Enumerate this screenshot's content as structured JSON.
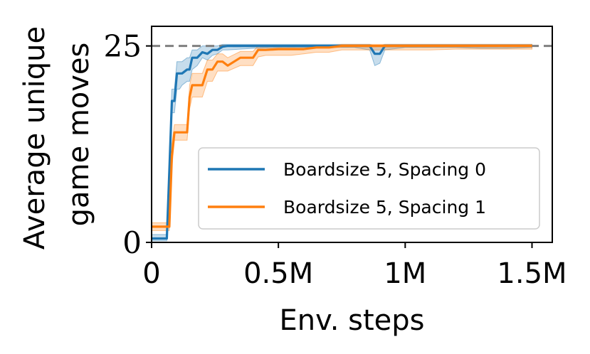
{
  "chart_data": {
    "type": "line",
    "xlabel": "Env. steps",
    "ylabel_lines": [
      "Average unique",
      "game moves"
    ],
    "xlim": [
      0,
      1.58
    ],
    "ylim": [
      0,
      27.5
    ],
    "x_ticks": [
      {
        "value": 0,
        "label": "0"
      },
      {
        "value": 0.5,
        "label": "0.5M"
      },
      {
        "value": 1.0,
        "label": "1M"
      },
      {
        "value": 1.5,
        "label": "1.5M"
      }
    ],
    "y_ticks": [
      {
        "value": 0,
        "label": "0"
      },
      {
        "value": 25,
        "label": "25"
      }
    ],
    "reference_line": {
      "y": 25,
      "style": "dashed",
      "color": "#808080"
    },
    "legend_position": "lower-right",
    "series": [
      {
        "name": "Boardsize 5, Spacing 0",
        "color": "#1f77b4",
        "x": [
          0,
          0.06,
          0.07,
          0.08,
          0.09,
          0.1,
          0.11,
          0.12,
          0.14,
          0.15,
          0.16,
          0.18,
          0.2,
          0.22,
          0.24,
          0.26,
          0.28,
          0.3,
          0.35,
          0.4,
          0.5,
          0.6,
          0.7,
          0.8,
          0.86,
          0.88,
          0.9,
          0.92,
          1.0,
          1.1,
          1.2,
          1.3,
          1.4,
          1.5
        ],
        "y": [
          0.5,
          0.5,
          9,
          18,
          18,
          21.5,
          21.5,
          21.5,
          22,
          22,
          23.5,
          23.5,
          24.2,
          24,
          24.5,
          24.5,
          24.9,
          25,
          25,
          25,
          25,
          25,
          25,
          25,
          25,
          24,
          24,
          25,
          25,
          25,
          25,
          25,
          25,
          25
        ],
        "lower": [
          0.2,
          0.2,
          7,
          16.5,
          16.5,
          19.5,
          19.5,
          20,
          20.5,
          20.5,
          22,
          22.5,
          23.5,
          23.2,
          23.8,
          24,
          24.5,
          24.5,
          24.6,
          24.7,
          24.8,
          24.8,
          24.8,
          24.8,
          24.5,
          22.5,
          22.8,
          24.5,
          24.8,
          24.8,
          24.8,
          24.7,
          24.7,
          24.8
        ],
        "upper": [
          1,
          1,
          11,
          19.5,
          19.5,
          23,
          23,
          23,
          23.5,
          23.5,
          24.5,
          24.5,
          25,
          25,
          25,
          25,
          25.2,
          25.2,
          25.2,
          25.2,
          25.2,
          25.2,
          25.2,
          25.2,
          25.2,
          25,
          25,
          25.2,
          25.2,
          25.2,
          25.2,
          25.2,
          25.2,
          25.2
        ]
      },
      {
        "name": "Boardsize 5, Spacing 1",
        "color": "#ff7f0e",
        "x": [
          0,
          0.06,
          0.07,
          0.08,
          0.09,
          0.1,
          0.14,
          0.15,
          0.16,
          0.2,
          0.22,
          0.24,
          0.26,
          0.28,
          0.3,
          0.35,
          0.4,
          0.42,
          0.45,
          0.5,
          0.55,
          0.6,
          0.65,
          0.7,
          0.75,
          0.8,
          0.9,
          1.0,
          1.1,
          1.2,
          1.3,
          1.4,
          1.5
        ],
        "y": [
          2,
          2,
          2,
          11,
          14,
          14,
          14,
          18.5,
          20,
          20,
          22,
          22,
          23,
          23,
          22.5,
          23.5,
          23.5,
          24.5,
          24.5,
          24.6,
          24.6,
          24.6,
          24.8,
          24.8,
          25,
          25,
          25,
          25,
          25,
          25,
          25,
          25,
          25
        ],
        "lower": [
          1.5,
          1.5,
          1.5,
          9.5,
          13,
          13,
          13,
          17,
          18.5,
          18.5,
          20.5,
          20.5,
          21.8,
          21.8,
          21.8,
          22.5,
          22.5,
          23.6,
          23.8,
          23.8,
          23.8,
          24,
          24.2,
          24.2,
          24.5,
          24.5,
          24.5,
          24.5,
          24.5,
          24.6,
          24.6,
          24.6,
          24.6
        ],
        "upper": [
          2.5,
          2.5,
          2.5,
          12.5,
          15,
          15,
          15,
          20,
          21.5,
          21.5,
          23.2,
          23.2,
          24,
          24,
          23.5,
          24.3,
          24.3,
          25,
          25,
          25,
          25,
          25,
          25,
          25,
          25.2,
          25.2,
          25.2,
          25.2,
          25.2,
          25.2,
          25.2,
          25.2,
          25.2
        ]
      }
    ]
  }
}
